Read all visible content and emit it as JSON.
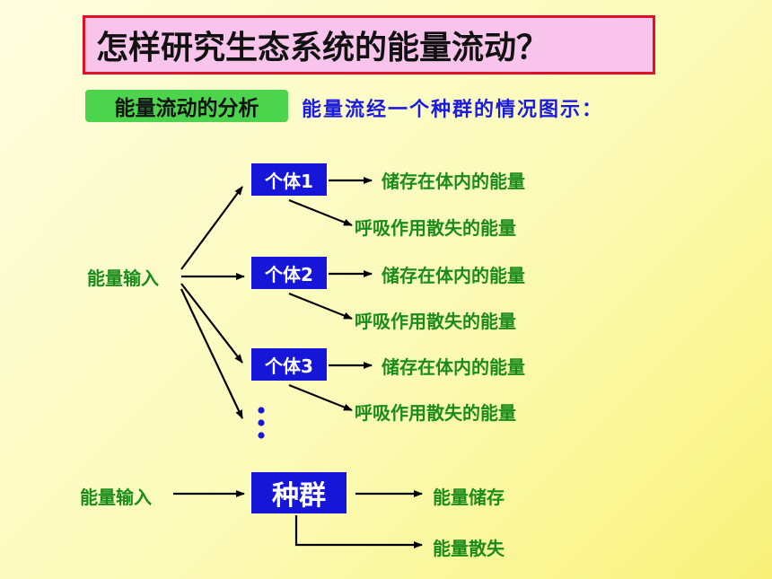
{
  "title": "怎样研究生态系统的能量流动？",
  "analysis_label": "能量流动的分析",
  "subtitle": "能量流经一个种群的情况图示：",
  "individual_diagram": {
    "input_label": "能量输入",
    "individuals": [
      {
        "label": "个体1",
        "stored": "储存在体内的能量",
        "respired": "呼吸作用散失的能量"
      },
      {
        "label": "个体2",
        "stored": "储存在体内的能量",
        "respired": "呼吸作用散失的能量"
      },
      {
        "label": "个体3",
        "stored": "储存在体内的能量",
        "respired": "呼吸作用散失的能量"
      }
    ]
  },
  "population_diagram": {
    "input_label": "能量输入",
    "population_label": "种群",
    "stored_label": "能量储存",
    "lost_label": "能量散失"
  },
  "colors": {
    "box_fill": "#1616d8",
    "label_green": "#1a8c1a",
    "title_border": "#e0102a",
    "title_bg": "#f9c4ec"
  }
}
